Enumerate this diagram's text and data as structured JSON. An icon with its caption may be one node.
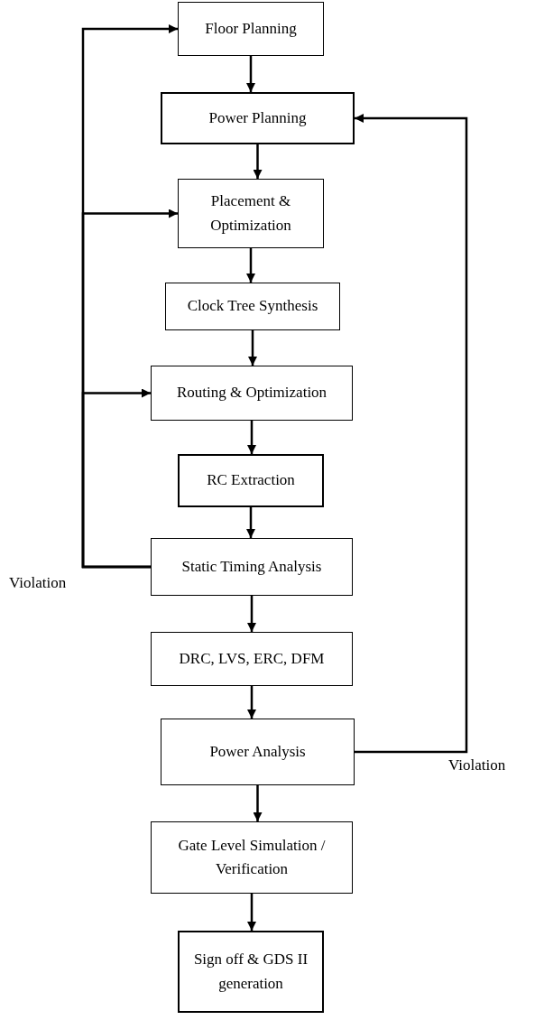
{
  "diagram": {
    "nodes": [
      {
        "text": [
          "Floor Planning"
        ]
      },
      {
        "text": [
          "Power Planning"
        ]
      },
      {
        "text": [
          "Placement & Optimization"
        ]
      },
      {
        "text": [
          "Clock Tree Synthesis"
        ]
      },
      {
        "text": [
          "Routing & Optimization"
        ]
      },
      {
        "text": [
          "RC Extraction"
        ]
      },
      {
        "text": [
          "Static Timing Analysis"
        ]
      },
      {
        "text": [
          "DRC, LVS, ERC, DFM"
        ]
      },
      {
        "text": [
          "Power Analysis"
        ]
      },
      {
        "text": [
          "Gate Level Simulation / Verification"
        ]
      },
      {
        "text": [
          "Sign off & GDS II generation"
        ]
      }
    ],
    "edges": [
      {
        "from": 0,
        "to": 1,
        "arrow": "to"
      },
      {
        "from": 1,
        "to": 2,
        "arrow": "to"
      },
      {
        "from": 2,
        "to": 3,
        "arrow": "to"
      },
      {
        "from": 3,
        "to": 4,
        "arrow": "to"
      },
      {
        "from": 4,
        "to": 5,
        "arrow": "to"
      },
      {
        "from": 5,
        "to": 6,
        "arrow": "to"
      },
      {
        "from": 6,
        "to": 7,
        "arrow": "to"
      },
      {
        "from": 7,
        "to": 8,
        "arrow": "to"
      },
      {
        "from": 8,
        "to": 9,
        "arrow": "to"
      },
      {
        "from": 9,
        "to": 10,
        "arrow": "to"
      },
      {
        "from": 6,
        "to": 0,
        "arrow": "to",
        "label": "Violation"
      },
      {
        "from": 6,
        "to": 2,
        "arrow": "to"
      },
      {
        "from": 6,
        "to": 4,
        "arrow": "to"
      },
      {
        "from": 8,
        "to": 1,
        "arrow": "to",
        "label": "Violation"
      }
    ]
  }
}
